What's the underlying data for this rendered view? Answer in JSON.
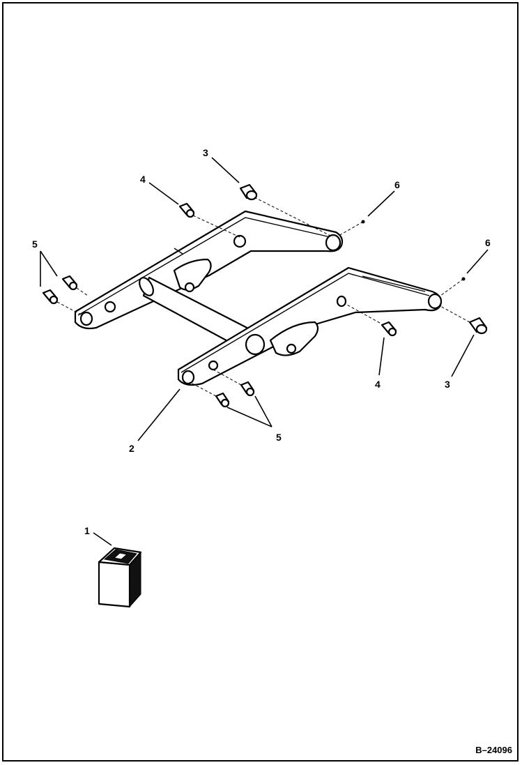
{
  "figure_code": "B–24096",
  "callouts": {
    "c1": "1",
    "c2": "2",
    "c3_left": "3",
    "c3_right": "3",
    "c4_left": "4",
    "c4_right": "4",
    "c5_left": "5",
    "c5_right": "5",
    "c6_left": "6",
    "c6_right": "6"
  },
  "colors": {
    "line": "#000000",
    "background": "#ffffff"
  }
}
